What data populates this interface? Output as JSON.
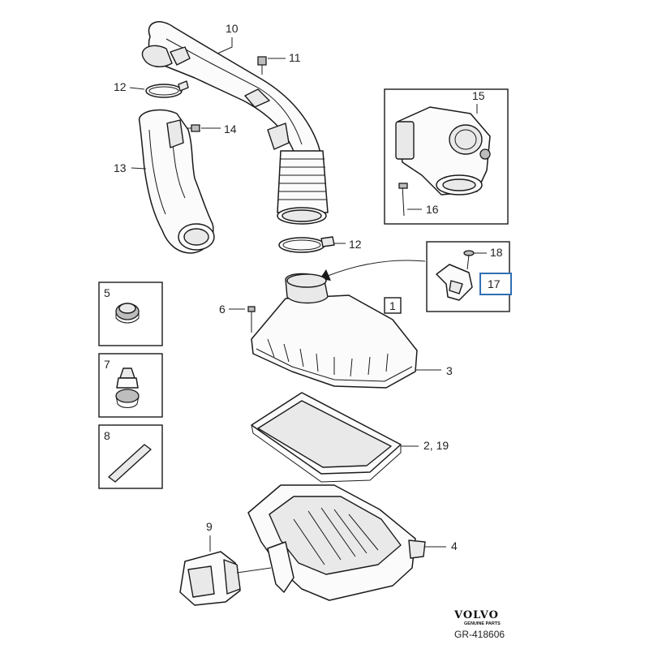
{
  "callouts": {
    "p1": "1",
    "p2_19": "2, 19",
    "p3": "3",
    "p4": "4",
    "p5": "5",
    "p6": "6",
    "p7": "7",
    "p8": "8",
    "p9": "9",
    "p10": "10",
    "p11": "11",
    "p12a": "12",
    "p12b": "12",
    "p13": "13",
    "p14": "14",
    "p15": "15",
    "p16": "16",
    "p17": "17",
    "p18": "18"
  },
  "brand": {
    "name": "VOLVO",
    "subtitle": "GENUINE PARTS",
    "reference": "GR-418606"
  },
  "colors": {
    "line": "#1a1a1a",
    "highlight_box": "#2f6fb3",
    "background": "#ffffff"
  }
}
